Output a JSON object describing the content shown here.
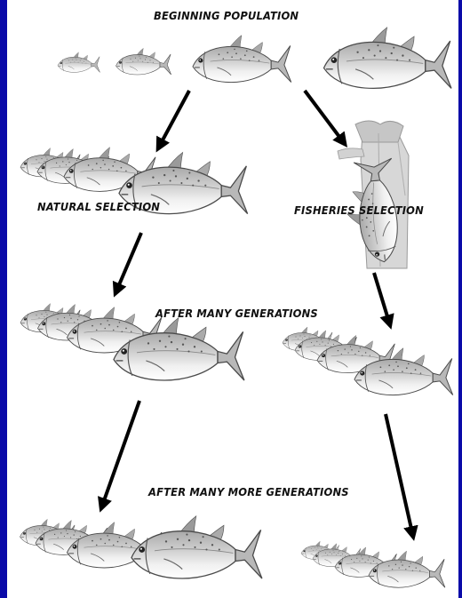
{
  "labels": {
    "beginning": "BEGINNING POPULATION",
    "natural": "NATURAL SELECTION",
    "fisheries": "FISHERIES SELECTION",
    "after_many": "AFTER MANY GENERATIONS",
    "after_many_more": "AFTER MANY MORE GENERATIONS"
  },
  "colors": {
    "border": "#0a0aa8",
    "fish_body": "#cfcfcf",
    "fish_belly": "#f2f2f2",
    "fish_outline": "#4a4a4a",
    "arrow": "#000000"
  },
  "icons": [
    "fish-icon",
    "fisherman-icon",
    "arrow-icon"
  ]
}
